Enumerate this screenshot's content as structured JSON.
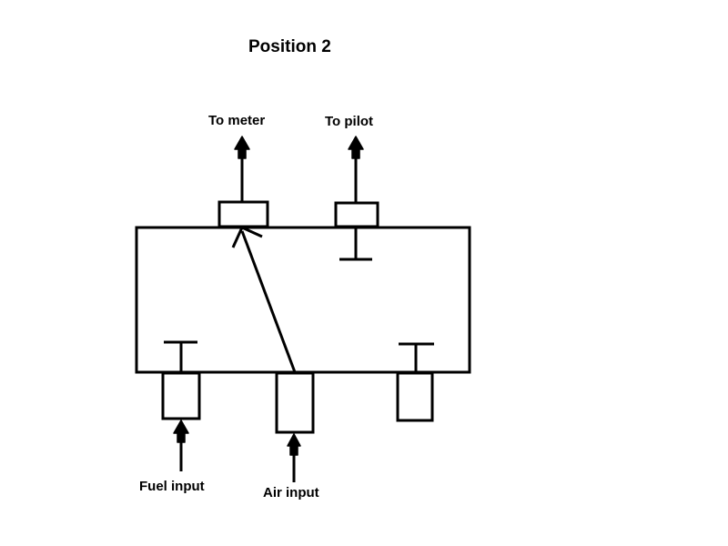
{
  "title": "Position 2",
  "labels": {
    "to_meter": "To meter",
    "to_pilot": "To pilot",
    "fuel_input": "Fuel input",
    "air_input": "Air input"
  },
  "colors": {
    "stroke": "#000000",
    "background": "#ffffff"
  }
}
